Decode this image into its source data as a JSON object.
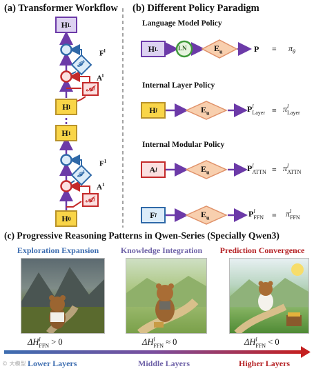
{
  "panel_a": {
    "title": "(a) Transformer Workflow",
    "top_node": "H",
    "top_sup": "L",
    "hl_node": "H",
    "hl_sup": "l",
    "h1_node": "H",
    "h1_sup": "1",
    "h0_node": "H",
    "h0_sup": "0",
    "f_upper_label": "F",
    "f_upper_sup": "l",
    "a_upper_label": "A",
    "a_upper_sup": "l",
    "f_lower_label": "F",
    "f_lower_sup": "1",
    "a_lower_label": "A",
    "a_lower_sup": "1",
    "f_upper_diamond": "𝓕",
    "f_upper_diamond_sup": "l",
    "a_upper_box": "𝓐",
    "a_upper_box_sup": "l",
    "f_lower_diamond": "𝓕",
    "f_lower_diamond_sup": "1",
    "a_lower_box": "𝓐",
    "a_lower_box_sup": "1"
  },
  "panel_b": {
    "title": "(b) Different Policy Paradigm",
    "lm_policy": {
      "title": "Language Model Policy",
      "input": "H",
      "input_sup": "L",
      "ln": "LN",
      "eu": "E",
      "eu_sub": "u",
      "output": "P",
      "equiv": "≡",
      "pi": "π",
      "pi_sub": "θ"
    },
    "layer_policy": {
      "title": "Internal Layer Policy",
      "input": "H",
      "input_sup": "l",
      "eu": "E",
      "eu_sub": "u",
      "output": "P",
      "output_sup": "l",
      "output_sub": "Layer",
      "equiv": "≡",
      "pi": "π",
      "pi_sup": "l",
      "pi_sub": "Layer"
    },
    "modular_policy": {
      "title": "Internal Modular Policy",
      "attn_input": "A",
      "attn_sup": "l",
      "attn_eu": "E",
      "attn_eu_sub": "u",
      "attn_output": "P",
      "attn_output_sup": "l",
      "attn_output_sub": "ATTN",
      "attn_equiv": "≡",
      "attn_pi": "π",
      "attn_pi_sup": "l",
      "attn_pi_sub": "ATTN",
      "ffn_input": "F",
      "ffn_sup": "l",
      "ffn_eu": "E",
      "ffn_eu_sub": "u",
      "ffn_output": "P",
      "ffn_output_sup": "l",
      "ffn_output_sub": "FFN",
      "ffn_equiv": "≡",
      "ffn_pi": "π",
      "ffn_pi_sup": "l",
      "ffn_pi_sub": "FFN"
    }
  },
  "panel_c": {
    "title": "(c) Progressive Reasoning Patterns in Qwen-Series (Specially Qwen3)",
    "stages": [
      {
        "caption": "Exploration Expansion",
        "color": "#3d6db0",
        "delta": "ΔH",
        "delta_sup": "l",
        "delta_sub": "FFN",
        "relation": "> 0",
        "layer": "Lower Layers"
      },
      {
        "caption": "Knowledge Integration",
        "color": "#6f63a8",
        "delta": "ΔH",
        "delta_sup": "l",
        "delta_sub": "FFN",
        "relation": "≈ 0",
        "layer": "Middle Layers"
      },
      {
        "caption": "Prediction Convergence",
        "color": "#b52124",
        "delta": "ΔH",
        "delta_sup": "l",
        "delta_sub": "FFN",
        "relation": "< 0",
        "layer": "Higher Layers"
      }
    ],
    "watermark": "© 大模型"
  },
  "colors": {
    "hidden_fill": "#f9d548",
    "purple": "#6c3aa8",
    "red": "#c42a2a",
    "blue": "#2f69a8",
    "green": "#3f9a3a",
    "orange_fill": "#f8cfae"
  }
}
